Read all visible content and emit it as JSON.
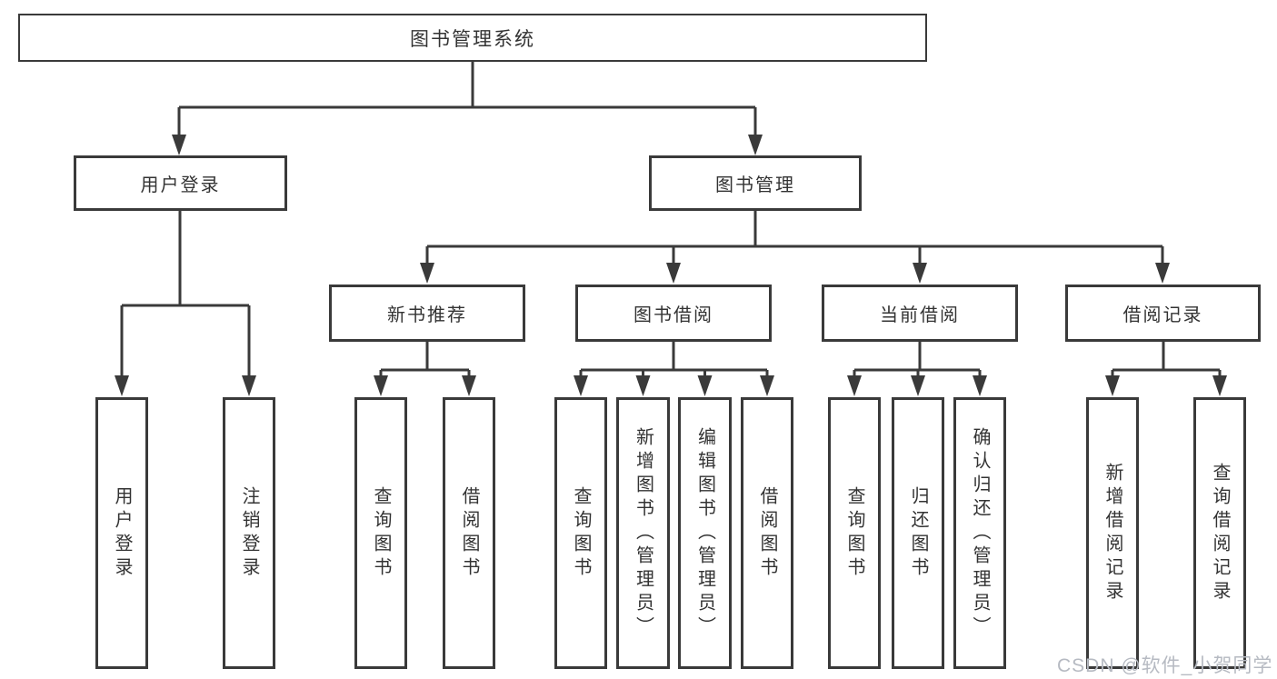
{
  "tree": {
    "label": "图书管理系统",
    "children": [
      {
        "label": "用户登录",
        "children": [
          {
            "label": "用户登录"
          },
          {
            "label": "注销登录"
          }
        ]
      },
      {
        "label": "图书管理",
        "children": [
          {
            "label": "新书推荐",
            "children": [
              {
                "label": "查询图书"
              },
              {
                "label": "借阅图书"
              }
            ]
          },
          {
            "label": "图书借阅",
            "children": [
              {
                "label": "查询图书"
              },
              {
                "label": "新增图书（管理员）"
              },
              {
                "label": "编辑图书（管理员）"
              },
              {
                "label": "借阅图书"
              }
            ]
          },
          {
            "label": "当前借阅",
            "children": [
              {
                "label": "查询图书"
              },
              {
                "label": "归还图书"
              },
              {
                "label": "确认归还（管理员）"
              }
            ]
          },
          {
            "label": "借阅记录",
            "children": [
              {
                "label": "新增借阅记录"
              },
              {
                "label": "查询借阅记录"
              }
            ]
          }
        ]
      }
    ]
  },
  "watermark": "CSDN @软件_小贺同学",
  "colors": {
    "line": "#3a3a3a",
    "text": "#333333",
    "box_fill": "#ffffff",
    "background": "#ffffff",
    "watermark": "#b6bac2"
  }
}
